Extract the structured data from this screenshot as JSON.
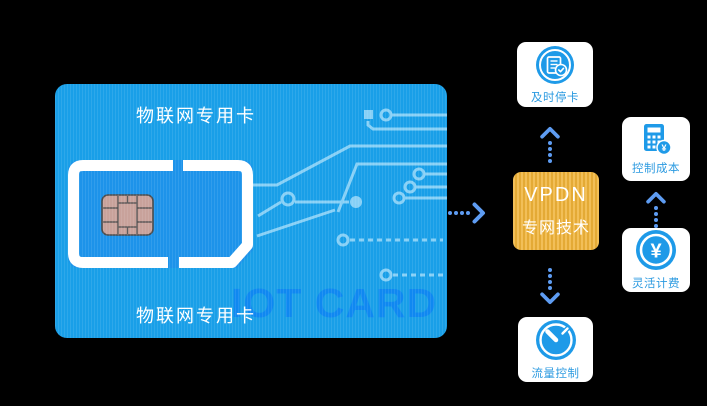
{
  "canvas": {
    "bg": "#000000"
  },
  "card": {
    "label_top": "物联网专用卡",
    "label_bottom": "物联网专用卡",
    "watermark": "IOT CARD",
    "bg_color": "#199fe8",
    "watermark_color": "#0f87f2",
    "circuit_color": "#87d0f6",
    "chip_color": "#c8a29b"
  },
  "hub": {
    "line1": "VPDN",
    "line2": "专网技术",
    "bg_color": "#f0b338",
    "text_color": "#ffffff"
  },
  "features": [
    {
      "label": "及时停卡",
      "icon": "document-check-icon"
    },
    {
      "label": "控制成本",
      "icon": "calculator-yuan-icon"
    },
    {
      "label": "灵活计费",
      "icon": "yuan-coin-icon"
    },
    {
      "label": "流量控制",
      "icon": "gauge-icon"
    }
  ],
  "colors": {
    "icon_blue": "#1e9ae8",
    "feature_label_blue": "#2b9ae0",
    "arrow_blue": "#5e9cf2",
    "box_bg": "#ffffff"
  }
}
